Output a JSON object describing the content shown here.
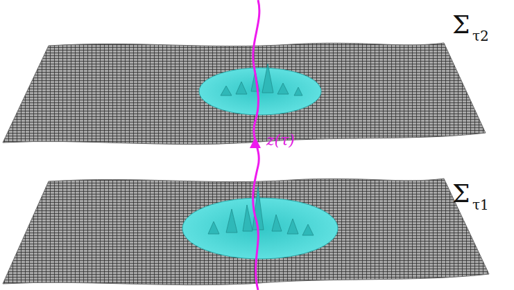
{
  "diagram": {
    "labels": [
      "Σ",
      "τ2",
      "Σ",
      "τ1",
      "z(τ)"
    ]
  }
}
